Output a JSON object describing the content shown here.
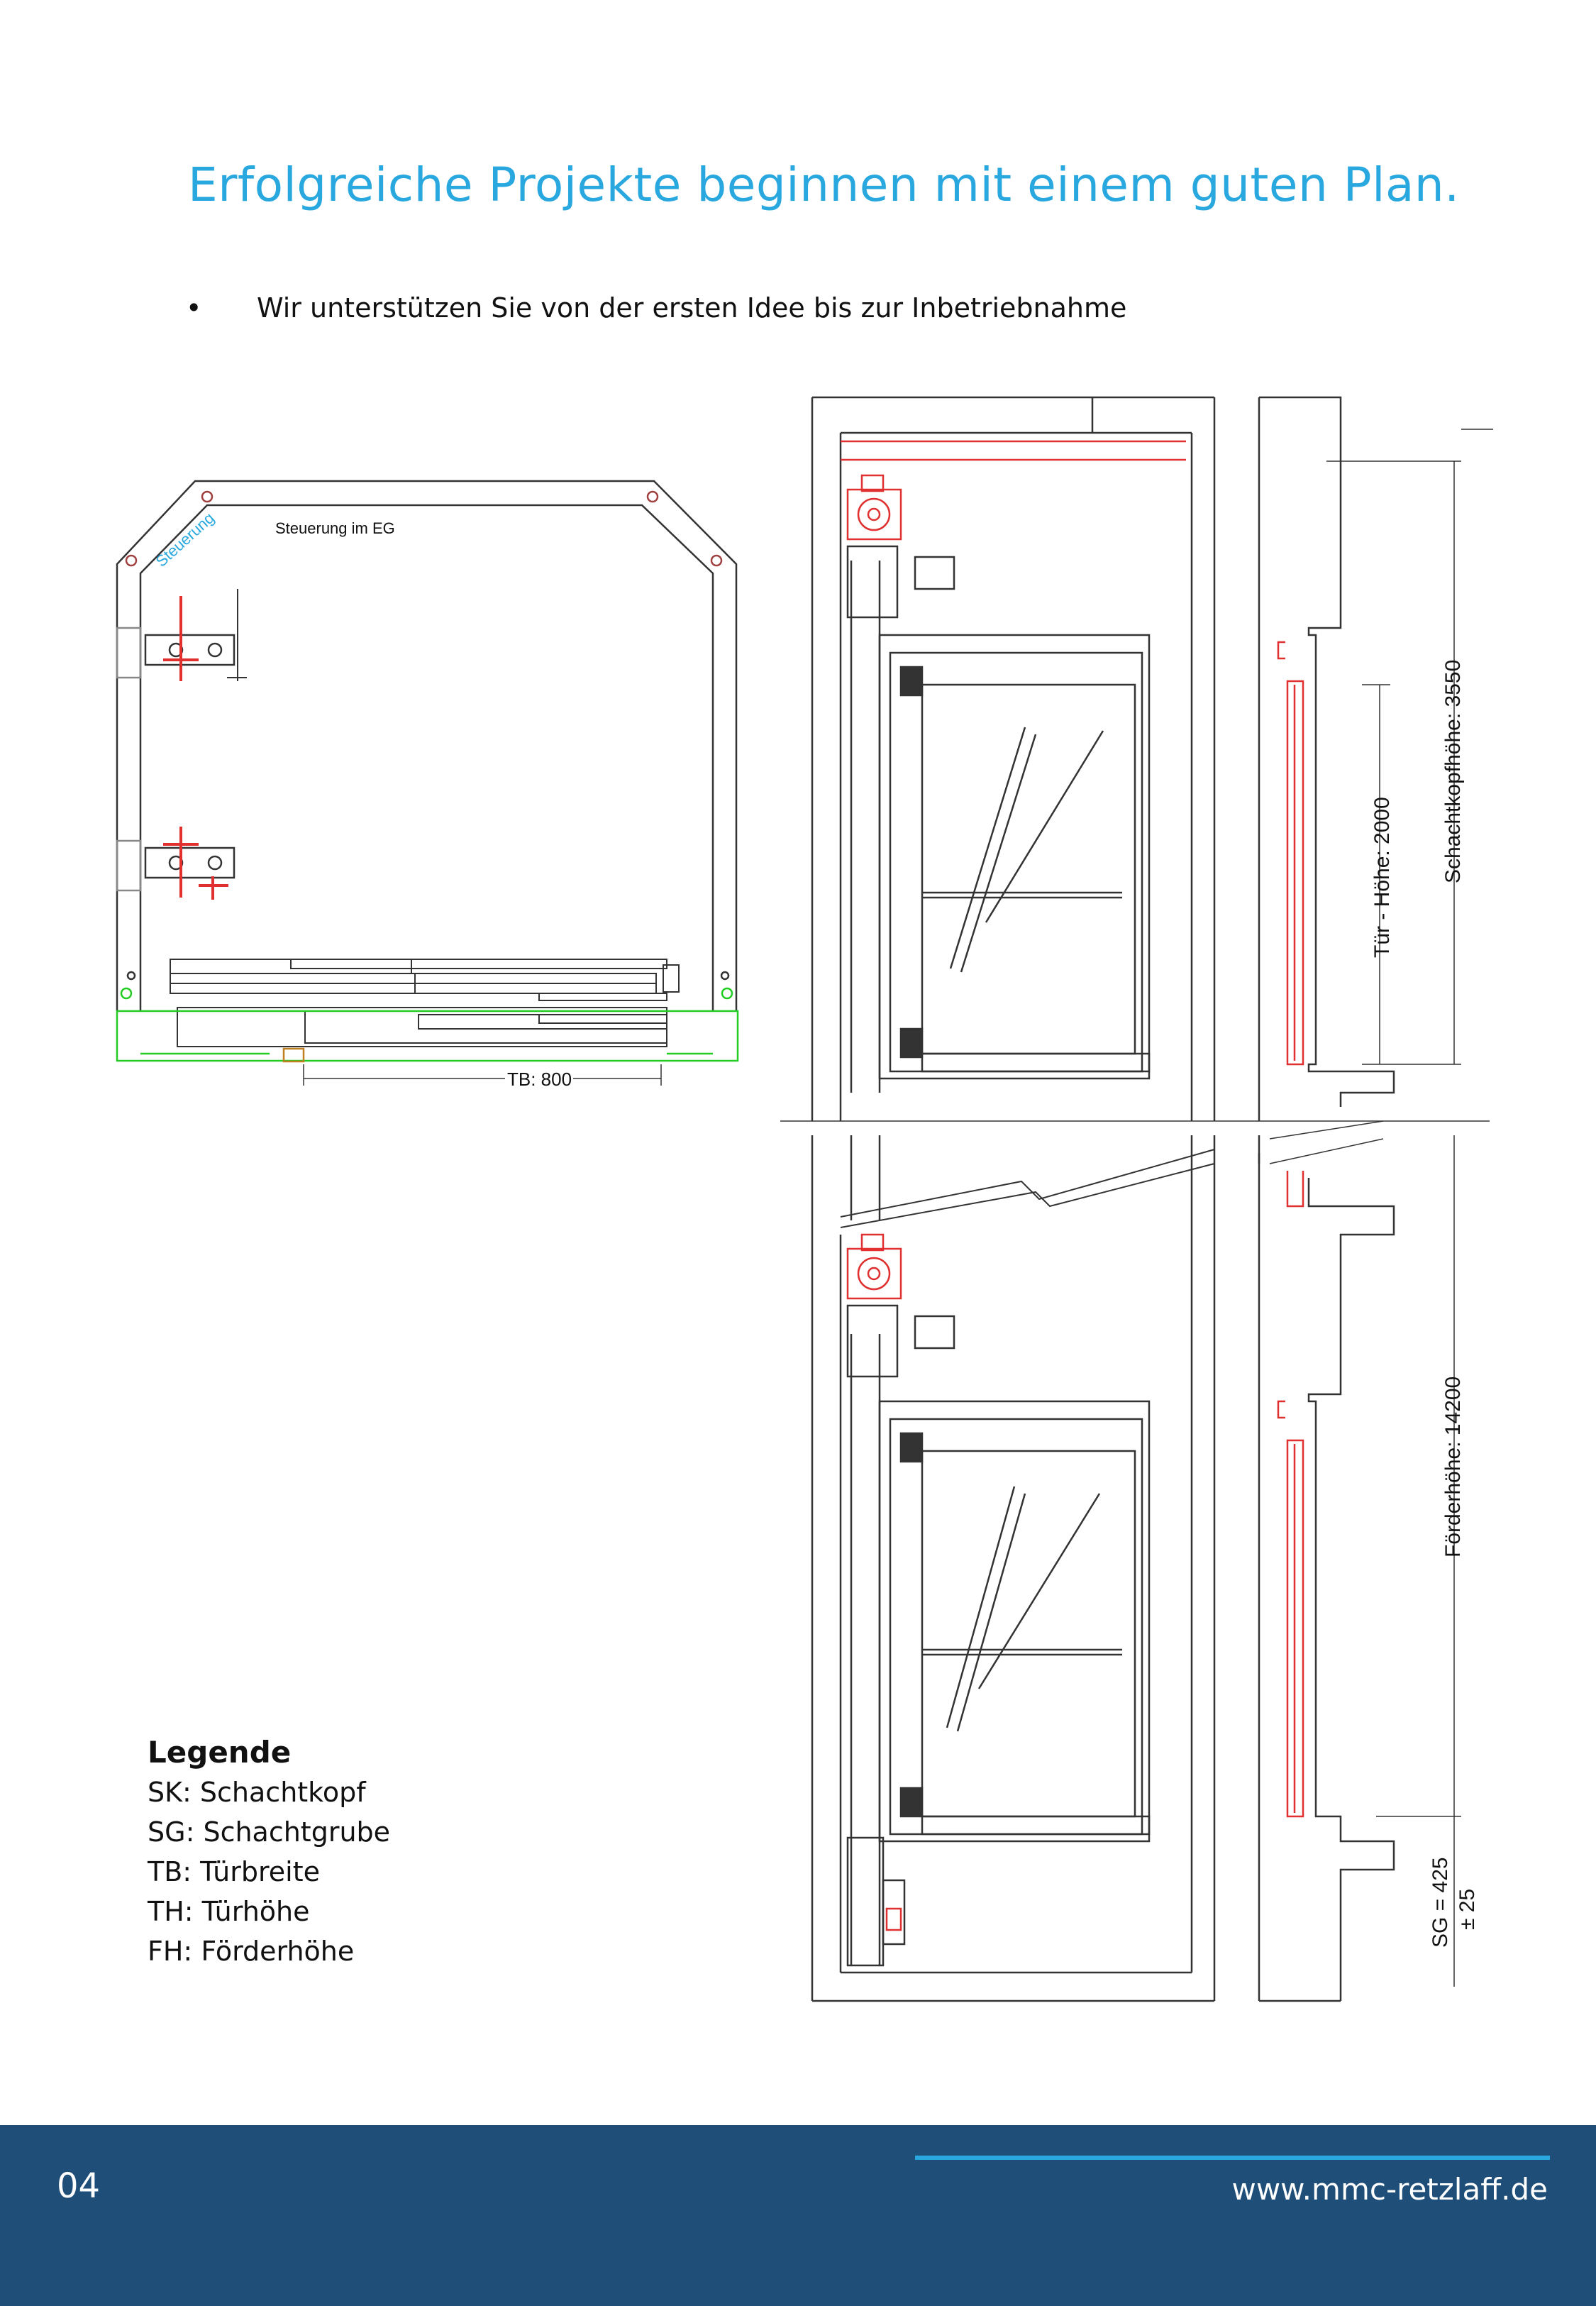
{
  "header": {
    "title": "Erfolgreiche Projekte beginnen mit einem guten Plan.",
    "bullet": "Wir unterstützen Sie von der ersten Idee bis zur Inbetriebnahme"
  },
  "plan_view": {
    "label_controller": "Steuerung im EG",
    "label_steuerung": "Steuerung",
    "dim_door_width": "TB: 800"
  },
  "section_view": {
    "dim_door_height": "Tür - Höhe: 2000",
    "dim_headroom": "Schachtkopfhöhe: 3550",
    "dim_travel": "Förderhöhe: 14200",
    "dim_pit": "SG = 425",
    "dim_pit_tol": "± 25"
  },
  "legend": {
    "title": "Legende",
    "items": [
      "SK: Schachtkopf",
      "SG: Schachtgrube",
      "TB: Türbreite",
      "TH: Türhöhe",
      "FH: Förderhöhe"
    ]
  },
  "footer": {
    "page_number": "04",
    "website": "www.mmc-retzlaff.de"
  },
  "colors": {
    "title": "#29a8df",
    "footer_bg": "#1f4e79",
    "accent_line": "#29a8df",
    "drawing_red": "#e03030",
    "drawing_green": "#22cc22"
  }
}
